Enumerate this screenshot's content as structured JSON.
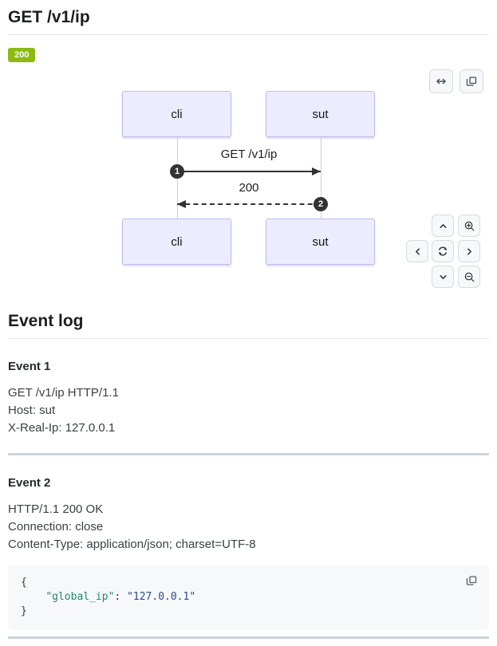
{
  "page": {
    "title": "GET /v1/ip",
    "status_badge": "200"
  },
  "diagram": {
    "actors": [
      "cli",
      "sut"
    ],
    "messages": [
      {
        "seq": "1",
        "label": "GET /v1/ip",
        "style": "solid",
        "from": "cli",
        "to": "sut"
      },
      {
        "seq": "2",
        "label": "200",
        "style": "dashed",
        "from": "sut",
        "to": "cli"
      }
    ],
    "controls": {
      "icons": [
        "arrows-horizontal-icon",
        "copy-icon",
        "chevron-up-icon",
        "zoom-in-icon",
        "chevron-left-icon",
        "reset-view-icon",
        "chevron-right-icon",
        "chevron-down-icon",
        "zoom-out-icon"
      ]
    }
  },
  "event_log": {
    "heading": "Event log",
    "events": [
      {
        "title": "Event 1",
        "lines": [
          "GET /v1/ip HTTP/1.1",
          "Host: sut",
          "X-Real-Ip: 127.0.0.1"
        ]
      },
      {
        "title": "Event 2",
        "lines": [
          "HTTP/1.1 200 OK",
          "Connection: close",
          "Content-Type: application/json; charset=UTF-8"
        ],
        "code": {
          "brace_open": "{",
          "indent": "    ",
          "key": "\"global_ip\"",
          "separator": ": ",
          "value": "\"127.0.0.1\"",
          "brace_close": "}"
        }
      }
    ]
  },
  "colors": {
    "status_badge_bg": "#8cb912",
    "actor_fill": "#ececff",
    "actor_border": "#c0bcec",
    "arrow": "#333333",
    "code_bg": "#f6f8fa",
    "json_key": "#208b6a",
    "json_string": "#2a4e8c",
    "divider": "#ccd3db"
  }
}
